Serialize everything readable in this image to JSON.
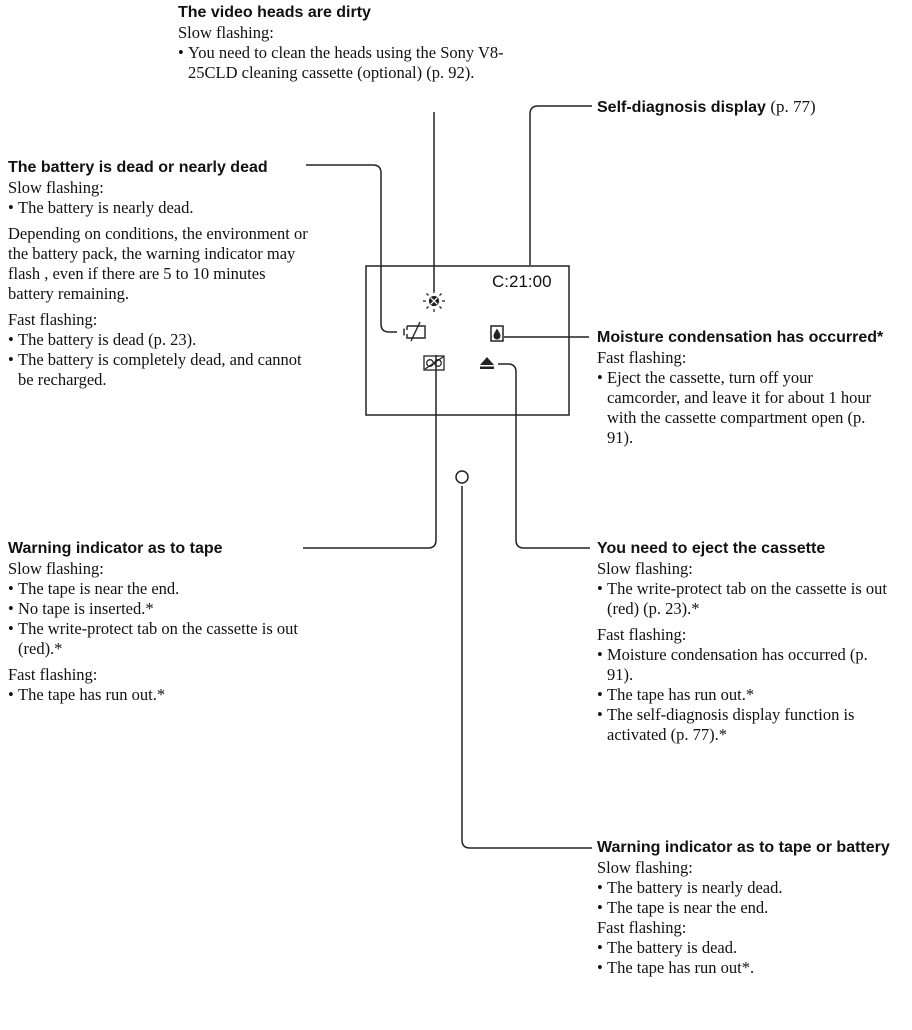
{
  "top": {
    "heading": "The video heads are dirty",
    "sub": "Slow flashing:",
    "bullets": [
      "You need to clean the heads using the Sony V8-25CLD cleaning cassette (optional) (p. 92)."
    ]
  },
  "battery": {
    "heading": "The battery is dead or nearly dead",
    "slow_label": "Slow flashing:",
    "slow_bullets": [
      "The battery is nearly dead."
    ],
    "note": "Depending on conditions, the environment or the battery pack, the warning indicator may flash , even if there are 5 to 10 minutes battery remaining.",
    "fast_label": "Fast flashing:",
    "fast_bullets": [
      "The battery is dead (p. 23).",
      "The battery is completely dead, and cannot be recharged."
    ]
  },
  "selfdiag": {
    "heading": "Self-diagnosis display",
    "ref": "(p. 77)"
  },
  "moisture": {
    "heading": "Moisture condensation has occurred*",
    "sub": "Fast flashing:",
    "bullets": [
      "Eject the cassette, turn off your camcorder, and leave it for about 1 hour with the cassette compartment open (p. 91)."
    ]
  },
  "tape": {
    "heading": "Warning indicator as to tape",
    "slow_label": "Slow flashing:",
    "slow_bullets": [
      "The tape is near the end.",
      "No tape is inserted.*",
      "The write-protect tab on the cassette is out (red).*"
    ],
    "fast_label": "Fast flashing:",
    "fast_bullets": [
      "The tape has run out.*"
    ]
  },
  "eject": {
    "heading": "You need to eject the cassette",
    "slow_label": "Slow flashing:",
    "slow_bullets": [
      "The write-protect tab on the cassette is out (red) (p. 23).*"
    ],
    "fast_label": "Fast flashing:",
    "fast_bullets": [
      "Moisture condensation has occurred (p. 91).",
      "The tape has run out.*",
      "The self-diagnosis display function is activated (p. 77).*"
    ]
  },
  "tapebatt": {
    "heading": "Warning indicator as to tape or battery",
    "slow_label": "Slow flashing:",
    "slow_bullets": [
      "The battery is nearly dead.",
      "The tape is near the end."
    ],
    "fast_label": "Fast flashing:",
    "fast_bullets": [
      "The battery is dead.",
      "The tape has run out*."
    ]
  },
  "viewfinder": {
    "readout": "C:21:00",
    "icons": [
      "head-clog-icon",
      "battery-icon",
      "moisture-icon",
      "tape-icon",
      "eject-icon",
      "warning-lamp-icon"
    ]
  }
}
